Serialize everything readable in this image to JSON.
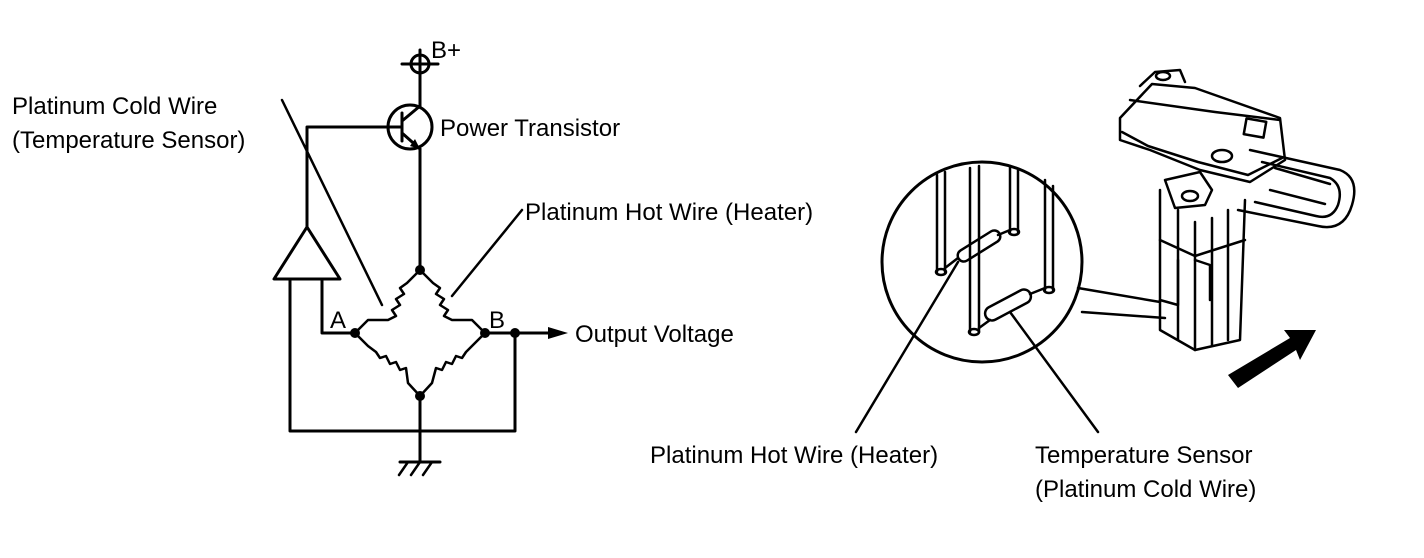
{
  "circuit": {
    "supply_label": "B+",
    "power_transistor_label": "Power Transistor",
    "cold_wire_label_line1": "Platinum Cold Wire",
    "cold_wire_label_line2": "(Temperature Sensor)",
    "hot_wire_label": "Platinum Hot Wire (Heater)",
    "node_a_label": "A",
    "node_b_label": "B",
    "output_label": "Output Voltage"
  },
  "sensor": {
    "hot_wire_label": "Platinum Hot Wire (Heater)",
    "temp_sensor_label_line1": "Temperature Sensor",
    "temp_sensor_label_line2": "(Platinum Cold Wire)"
  }
}
